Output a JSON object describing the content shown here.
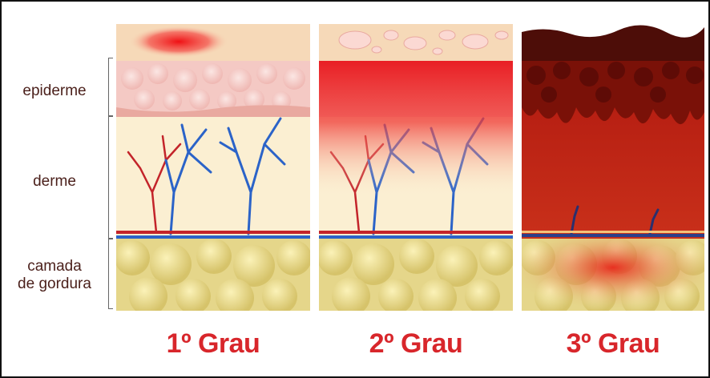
{
  "layers": {
    "epidermis": "epiderme",
    "dermis": "derme",
    "fat": "camada\nde gordura"
  },
  "grades": [
    {
      "title": "1º Grau"
    },
    {
      "title": "2º Grau"
    },
    {
      "title": "3º Grau"
    }
  ],
  "colors": {
    "title_red": "#d8262b",
    "label_brown": "#4a1f1a",
    "skin_surface": "#f6d9b8",
    "epidermis": "#f4c9c4",
    "dermis": "#fbefd2",
    "fat": "#e5d68a",
    "artery": "#c3242a",
    "vein": "#2b63c8",
    "burn_red": "#e8161c",
    "char_brown": "#4d0d08"
  }
}
